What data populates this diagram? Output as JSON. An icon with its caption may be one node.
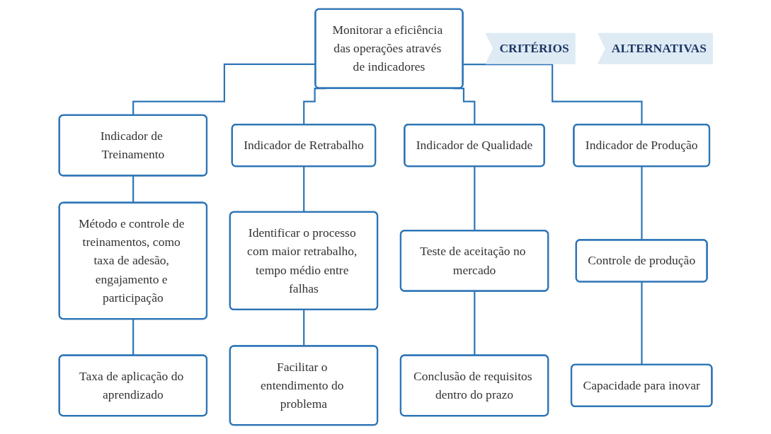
{
  "diagram": {
    "nodes": [
      {
        "text": [
          "Monitorar a eficiência das operações através de indicadores"
        ]
      },
      {
        "text": [
          "CRITÉRIOS"
        ]
      },
      {
        "text": [
          "Indicador de Treinamento"
        ]
      },
      {
        "text": [
          "Indicador de Retrabalho"
        ]
      },
      {
        "text": [
          "Indicador de Qualidade"
        ]
      },
      {
        "text": [
          "Indicador de Produção"
        ]
      },
      {
        "text": [
          "ALTERNATIVAS"
        ]
      },
      {
        "text": [
          "Método e controle de treinamentos, como taxa de adesão, engajamento e participação"
        ]
      },
      {
        "text": [
          "Identificar o processo com maior retrabalho, tempo médio entre falhas"
        ]
      },
      {
        "text": [
          "Teste de aceitação no mercado"
        ]
      },
      {
        "text": [
          "Controle de produção"
        ]
      },
      {
        "text": [
          "Taxa de aplicação do aprendizado"
        ]
      },
      {
        "text": [
          "Facilitar o entendimento do problema"
        ]
      },
      {
        "text": [
          "Conclusão de requisitos dentro do prazo"
        ]
      },
      {
        "text": [
          "Capacidade para inovar"
        ]
      }
    ],
    "edges": [
      {
        "from": 0,
        "to": 2,
        "arrow": "none"
      },
      {
        "from": 0,
        "to": 3,
        "arrow": "none"
      },
      {
        "from": 0,
        "to": 4,
        "arrow": "none"
      },
      {
        "from": 0,
        "to": 5,
        "arrow": "none"
      },
      {
        "from": 2,
        "to": 7,
        "arrow": "none"
      },
      {
        "from": 3,
        "to": 8,
        "arrow": "none"
      },
      {
        "from": 4,
        "to": 9,
        "arrow": "none"
      },
      {
        "from": 5,
        "to": 10,
        "arrow": "none"
      },
      {
        "from": 7,
        "to": 11,
        "arrow": "none"
      },
      {
        "from": 8,
        "to": 12,
        "arrow": "none"
      },
      {
        "from": 9,
        "to": 13,
        "arrow": "none"
      },
      {
        "from": 10,
        "to": 14,
        "arrow": "none"
      }
    ]
  }
}
